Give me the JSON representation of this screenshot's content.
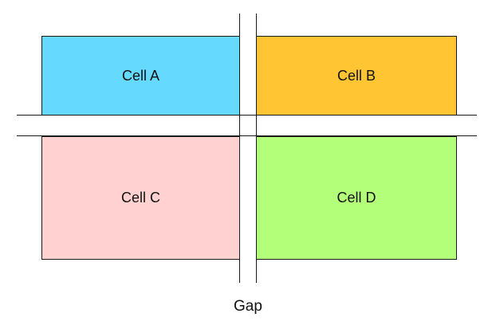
{
  "cells": [
    {
      "label": "Cell A",
      "color": "#66d9ff"
    },
    {
      "label": "Cell B",
      "color": "#ffc533"
    },
    {
      "label": "Cell C",
      "color": "#ffd1d1"
    },
    {
      "label": "Cell D",
      "color": "#b3ff7a"
    }
  ],
  "caption": "Gap"
}
